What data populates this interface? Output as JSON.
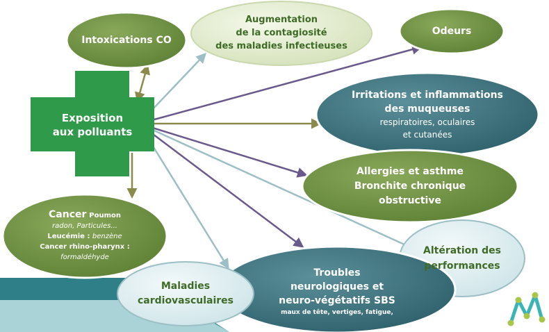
{
  "center": {
    "line1": "Exposition",
    "line2": "aux polluants"
  },
  "nodes": {
    "intoxications": "Intoxications CO",
    "contagiosite": [
      "Augmentation",
      "de la contagiosité",
      "des maladies infectieuses"
    ],
    "odeurs": "Odeurs",
    "irritations": {
      "title1": "Irritations et inflammations",
      "title2": "des muqueuses",
      "sub1": "respiratoires, oculaires",
      "sub2": "et cutanées"
    },
    "allergies": [
      "Allergies et asthme",
      "Bronchite chronique",
      "obstructive"
    ],
    "alteration": [
      "Altération des",
      "performances"
    ],
    "troubles": {
      "title1": "Troubles",
      "title2": "neurologiques et",
      "title3": "neuro-végétatifs SBS",
      "sub": "maux de tête, vertiges, fatigue,"
    },
    "cardio": [
      "Maladies",
      "cardiovasculaires"
    ],
    "cancer": {
      "title": "Cancer",
      "title_suffix": "Poumon",
      "line2": "radon, Particules...",
      "leuc_label": "Leucémie :",
      "leuc_value": "benzène",
      "rhino": "Cancer rhino-pharynx :",
      "rhino_value": "formaldéhyde"
    }
  },
  "colors": {
    "green": "#6b8e3e",
    "green_light": "#dfe8c9",
    "teal_dark": "#3f7680",
    "teal_light": "#dcecef",
    "cross": "#2e9a4a",
    "arrow_purple": "#6a5a8c",
    "arrow_olive": "#8a8a4a",
    "arrow_teal": "#9bbfc4",
    "corner_logo": "#39b4b7"
  },
  "logo_icon": "network-graph-icon"
}
